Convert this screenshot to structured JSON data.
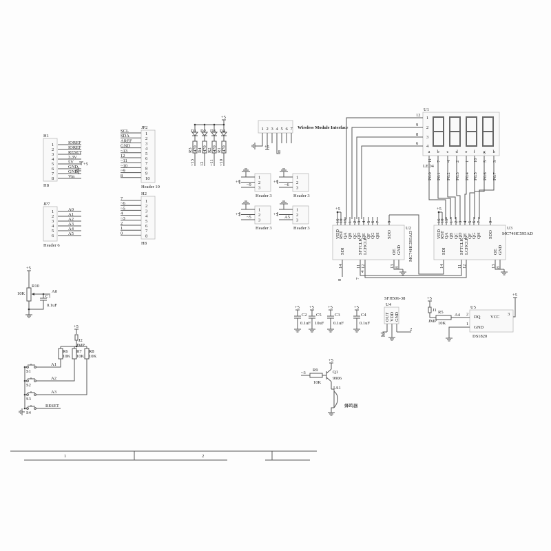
{
  "sheet": {
    "zones": [
      "1",
      "2"
    ]
  },
  "headers": {
    "h1": {
      "designator": "H1",
      "footer": "H8",
      "pins": [
        "1",
        "2",
        "3",
        "4",
        "5",
        "6",
        "7",
        "8"
      ],
      "nets": [
        "IOREF",
        "IOREF",
        "RESET",
        "3.3V",
        "5V",
        "GND",
        "GND",
        "Vin"
      ],
      "power": "+5"
    },
    "jp2": {
      "designator": "JP2",
      "footer": "Header 10",
      "pins": [
        "1",
        "2",
        "3",
        "4",
        "5",
        "6",
        "7",
        "8",
        "9",
        "10"
      ],
      "nets": [
        "SCL",
        "SDA",
        "AREF",
        "GND",
        "~13",
        "12",
        "~11",
        "~10",
        "~9",
        "8"
      ]
    },
    "jp7": {
      "designator": "JP7",
      "footer": "Header 6",
      "pins": [
        "1",
        "2",
        "3",
        "4",
        "5",
        "6"
      ],
      "nets": [
        "A0",
        "A1",
        "A2",
        "A3",
        "A4",
        "A5"
      ]
    },
    "h2": {
      "designator": "H2",
      "footer": "H8",
      "pins": [
        "1",
        "2",
        "3",
        "4",
        "5",
        "6",
        "7",
        "8"
      ],
      "nets": [
        "7",
        "~6",
        "~5",
        "4",
        "~3",
        "2",
        "1",
        "0"
      ]
    }
  },
  "header3": [
    {
      "footer": "Header 3",
      "pins": [
        "1",
        "2",
        "3"
      ],
      "net": "~9",
      "power": "+5"
    },
    {
      "footer": "Header 3",
      "pins": [
        "1",
        "2",
        "3"
      ],
      "net": "~6",
      "power": "+5"
    },
    {
      "footer": "Header 3",
      "pins": [
        "1",
        "2",
        "3"
      ],
      "net": "~5",
      "power": "+5"
    },
    {
      "footer": "Header 3",
      "pins": [
        "1",
        "2",
        "3"
      ],
      "net": "A5",
      "power": "+5"
    }
  ],
  "leds": {
    "power": "+5",
    "items": [
      {
        "diode": "D1",
        "resistor": "R3",
        "value": "470",
        "net": "~13"
      },
      {
        "diode": "D2",
        "resistor": "R4",
        "value": "470",
        "net": "12"
      },
      {
        "diode": "D3",
        "resistor": "R2",
        "value": "470",
        "net": "~11"
      },
      {
        "diode": "D4",
        "resistor": "R1",
        "value": "470",
        "net": "~10"
      }
    ]
  },
  "wireless": {
    "title": "Wireless Module Interface",
    "pins": [
      "1",
      "2",
      "3",
      "4",
      "5",
      "6",
      "7"
    ],
    "power": "+5",
    "net": "8"
  },
  "display": {
    "designator": "U1",
    "part": "LED4",
    "common_pins": [
      "1",
      "2",
      "3",
      "4"
    ],
    "common_ext": [
      "12",
      "9",
      "8",
      "6"
    ],
    "segments": [
      "a",
      "b",
      "c",
      "d",
      "e",
      "f",
      "g",
      "h"
    ],
    "segment_pins": [
      "11",
      "7",
      "4",
      "2",
      "1",
      "10",
      "5",
      "3"
    ],
    "nets": [
      "P0.0",
      "P0.1",
      "P0.2",
      "P0.3",
      "P0.4",
      "P0.5",
      "P0.6",
      "P0.7"
    ]
  },
  "shift_registers": [
    {
      "designator": "U2",
      "part": "MC74HC595AD",
      "power": "+5",
      "top_pins": [
        "16",
        "10",
        "15",
        "1",
        "2",
        "3",
        "4",
        "5",
        "6",
        "7",
        "9"
      ],
      "top_labels": [
        "VDD",
        "RST",
        "QA",
        "QB",
        "QC",
        "QD",
        "QE",
        "QF",
        "QG",
        "QH",
        "SDO"
      ],
      "bottom_pins": [
        "14",
        "11",
        "12",
        "13",
        "8"
      ],
      "bottom_labels": [
        "SDI",
        "SFTCLK",
        "LCHCLK",
        "OE",
        "GND"
      ],
      "ext_nets": [
        "8",
        "7",
        "4"
      ]
    },
    {
      "designator": "U3",
      "part": "MC74HC595AD",
      "power": "+5",
      "top_pins": [
        "16",
        "10",
        "15",
        "1",
        "2",
        "3",
        "4",
        "5",
        "6",
        "7",
        "9"
      ],
      "top_labels": [
        "VDD",
        "RST",
        "QA",
        "QB",
        "QC",
        "QD",
        "QE",
        "QF",
        "QG",
        "QH",
        "SDO"
      ],
      "bottom_pins": [
        "14",
        "11",
        "12",
        "13",
        "8"
      ],
      "bottom_labels": [
        "SDI",
        "SFTCLK",
        "LCHCLK",
        "OE",
        "GND"
      ]
    }
  ],
  "pot": {
    "designator": "R10",
    "value": "10K",
    "cap": "C1",
    "cap_value": "0.1uF",
    "net": "A0",
    "power": "+5"
  },
  "buttons": {
    "power": "+5",
    "jumper": "J2",
    "jumper_type": "JMP",
    "resistors": [
      {
        "designator": "R6",
        "value": "10K"
      },
      {
        "designator": "R7",
        "value": "10K"
      },
      {
        "designator": "R8",
        "value": "10K"
      }
    ],
    "switches": [
      {
        "designator": "S1",
        "net": "A1"
      },
      {
        "designator": "S2",
        "net": "A2"
      },
      {
        "designator": "S3",
        "net": "A3"
      },
      {
        "designator": "S4",
        "net": "RESET"
      }
    ]
  },
  "caps": [
    {
      "designator": "C2",
      "value": "0.1uF",
      "power": "+5"
    },
    {
      "designator": "C5",
      "value": "10uF",
      "power": "+5"
    },
    {
      "designator": "C3",
      "value": "0.1uF",
      "power": "+5"
    },
    {
      "designator": "C4",
      "value": "0.1uF",
      "power": "+5"
    }
  ],
  "ir": {
    "title": "SFH506-38",
    "designator": "U4",
    "pins": [
      "OUT",
      "VDD",
      "GND"
    ],
    "power": "+5",
    "net": "2"
  },
  "temp": {
    "designator": "U5",
    "part": "DS1820",
    "dq": "DQ",
    "vcc": "VCC",
    "gnd": "GND",
    "pin_dq": "2",
    "pin_gnd": "1",
    "pin_vcc": "3",
    "jumper": "J1",
    "jumper_type": "JMP",
    "resistor": "R5",
    "res_value": "10K",
    "net": "A4",
    "power": "+5"
  },
  "buzzer": {
    "net": "~3",
    "resistor": "R9",
    "res_value": "10K",
    "transistor": "Q1",
    "part": "9906",
    "speaker": "LS1",
    "speaker_name": "蜂鸣器",
    "power": "+5"
  }
}
